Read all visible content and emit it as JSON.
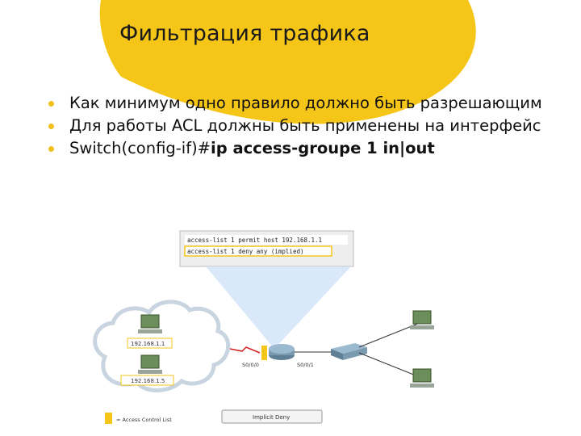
{
  "slide": {
    "title": "Фильтрация трафика",
    "bullets": [
      {
        "text": "Как минимум одно правило должно быть разрешающим"
      },
      {
        "text": "Для работы ACL должны быть применены на интерфейс"
      },
      {
        "text_prefix": "Switch(config-if)#",
        "text_bold": "ip access-groupe 1 in|out"
      }
    ]
  },
  "diagram": {
    "acl_lines": [
      "access-list 1 permit host 192.168.1.1",
      "access-list 1 deny any (implied)"
    ],
    "hosts": [
      "192.168.1.1",
      "192.168.1.5"
    ],
    "interfaces": [
      "S0/0/0",
      "S0/0/1"
    ],
    "legend_label": "= Access Control List",
    "implicit_deny_label": "Implicit Deny"
  },
  "colors": {
    "accent": "#f5c518",
    "acl_box": "#f5c518"
  }
}
